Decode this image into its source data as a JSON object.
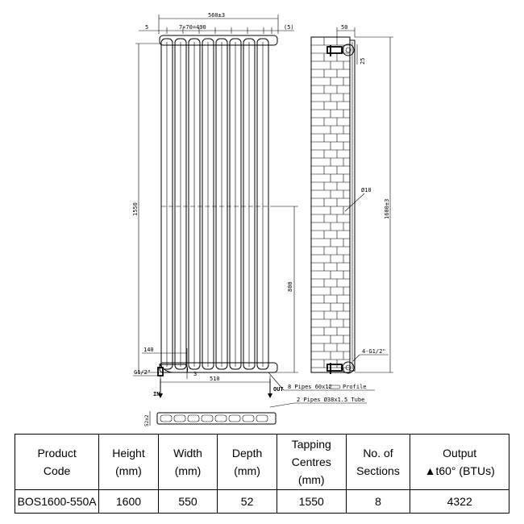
{
  "drawing": {
    "dims": {
      "overall_width": "560±3",
      "pitch": "7×70=490",
      "edge_left": "5",
      "edge_right": "(5)",
      "height_1550": "1550",
      "height_800": "800",
      "offset_140": "140",
      "bottom_510": "510",
      "connection_left": "G1/2\"",
      "dim_3": "3",
      "dim_50": "50",
      "dim_25": "25",
      "height_total": "1600±3",
      "wall_hole": "Ø10",
      "side_connection": "4-G1/2\"",
      "depth_52": "52±2"
    },
    "labels": {
      "in": "IN",
      "out": "OUT",
      "pipes_profile": "8 Pipes 60x12",
      "profile_word": "Profile",
      "pipes_tube": "2 Pipes Ø38x1.5 Tube"
    }
  },
  "table": {
    "headers": [
      [
        "Product",
        "Code"
      ],
      [
        "Height",
        "(mm)"
      ],
      [
        "Width",
        "(mm)"
      ],
      [
        "Depth",
        "(mm)"
      ],
      [
        "Tapping",
        "Centres",
        "(mm)"
      ],
      [
        "No. of",
        "Sections"
      ],
      [
        "Output",
        "▲t60° (BTUs)"
      ]
    ],
    "rows": [
      [
        "BOS1600-550A",
        "1600",
        "550",
        "52",
        "1550",
        "8",
        "4322"
      ]
    ]
  }
}
